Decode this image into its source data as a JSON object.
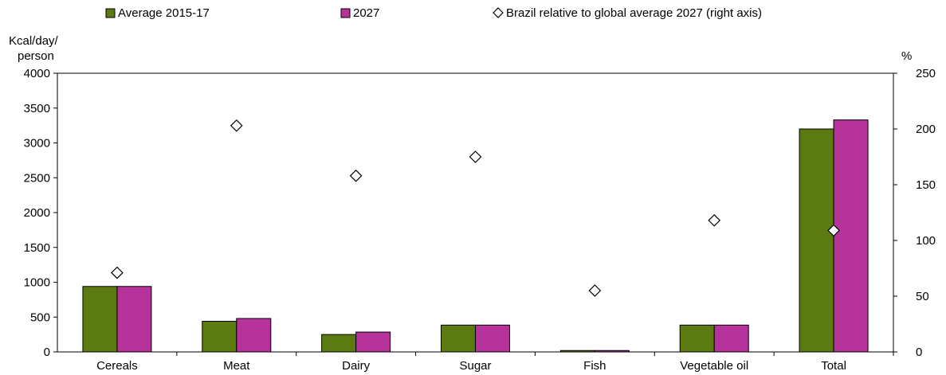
{
  "chart_data": {
    "type": "bar",
    "categories": [
      "Cereals",
      "Meat",
      "Dairy",
      "Sugar",
      "Fish",
      "Vegetable oil",
      "Total"
    ],
    "series": [
      {
        "name": "Average 2015-17",
        "kind": "bar",
        "axis": "left",
        "color": "#5b7a12",
        "values": [
          940,
          440,
          250,
          385,
          20,
          385,
          3200
        ]
      },
      {
        "name": "2027",
        "kind": "bar",
        "axis": "left",
        "color": "#b5339b",
        "values": [
          940,
          480,
          285,
          385,
          20,
          385,
          3330
        ]
      },
      {
        "name": "Brazil relative to global average 2027 (right axis)",
        "kind": "marker",
        "marker": "diamond",
        "axis": "right",
        "color": "#ffffff",
        "values": [
          71,
          203,
          158,
          175,
          55,
          118,
          109
        ]
      }
    ],
    "ylabel": "Kcal/day/ person",
    "y2label": "%",
    "ylim": [
      0,
      4000
    ],
    "y2lim": [
      0,
      250
    ],
    "yticks": [
      "0",
      "500",
      "1000",
      "1500",
      "2000",
      "2500",
      "3000",
      "3500",
      "4000"
    ],
    "y2ticks": [
      "0",
      "50",
      "100",
      "150",
      "200",
      "250"
    ],
    "grid": false,
    "legend_position": "top"
  }
}
